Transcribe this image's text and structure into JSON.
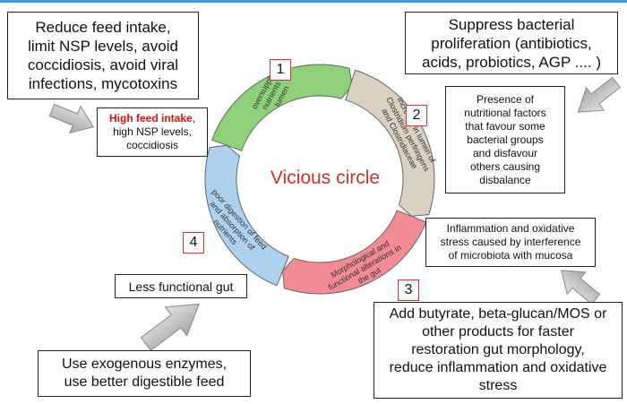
{
  "boxes": {
    "top_left": [
      "Reduce feed intake,",
      "limit NSP levels, avoid",
      "coccidiosis, avoid viral",
      "infections, mycotoxins"
    ],
    "high_feed": {
      "highlight": "High feed intake",
      "rest1": ",",
      "rest2": "high NSP levels,",
      "rest3": "coccidiosis"
    },
    "top_right": [
      "Suppress bacterial",
      "proliferation (antibiotics,",
      "acids, probiotics, AGP .... )"
    ],
    "nutritional": [
      "Presence of",
      "nutritional factors",
      "that favour some",
      "bacterial groups",
      "and disfavour",
      "others causing",
      "disbalance"
    ],
    "inflammation": [
      "Inflammation and oxidative",
      "stress caused by interference",
      "of microbiota with mucosa"
    ],
    "butyrate": [
      "Add butyrate, beta-glucan/MOS or",
      "other products for faster",
      "restoration gut morphology,",
      "reduce inflammation and oxidative",
      "stress"
    ],
    "less_functional": "Less functional gut",
    "enzymes": [
      "Use exogenous enzymes,",
      "use better digestible feed"
    ]
  },
  "numbers": [
    "1",
    "2",
    "3",
    "4"
  ],
  "circle": {
    "title": "Vicious circle",
    "segments": [
      {
        "lines": [
          "oversupply of",
          "nutrients in",
          "lumen"
        ],
        "color": "#8fd17a"
      },
      {
        "lines": [
          "Increase in lumen of",
          "Clostridium perfringens",
          "and Clostridiaceae"
        ],
        "color": "#d9d2c3"
      },
      {
        "lines": [
          "Morphological and",
          "functional alterations in",
          "the gut"
        ],
        "color": "#f28b94"
      },
      {
        "lines": [
          "poor digestion of feed",
          "and absorption of",
          "nutrients"
        ],
        "color": "#aed2ee"
      }
    ]
  },
  "colors": {
    "accent_line": "#3a9ee0",
    "number_border": "#e03030",
    "title": "#c8342c",
    "arrow": "#bdbdbd"
  }
}
